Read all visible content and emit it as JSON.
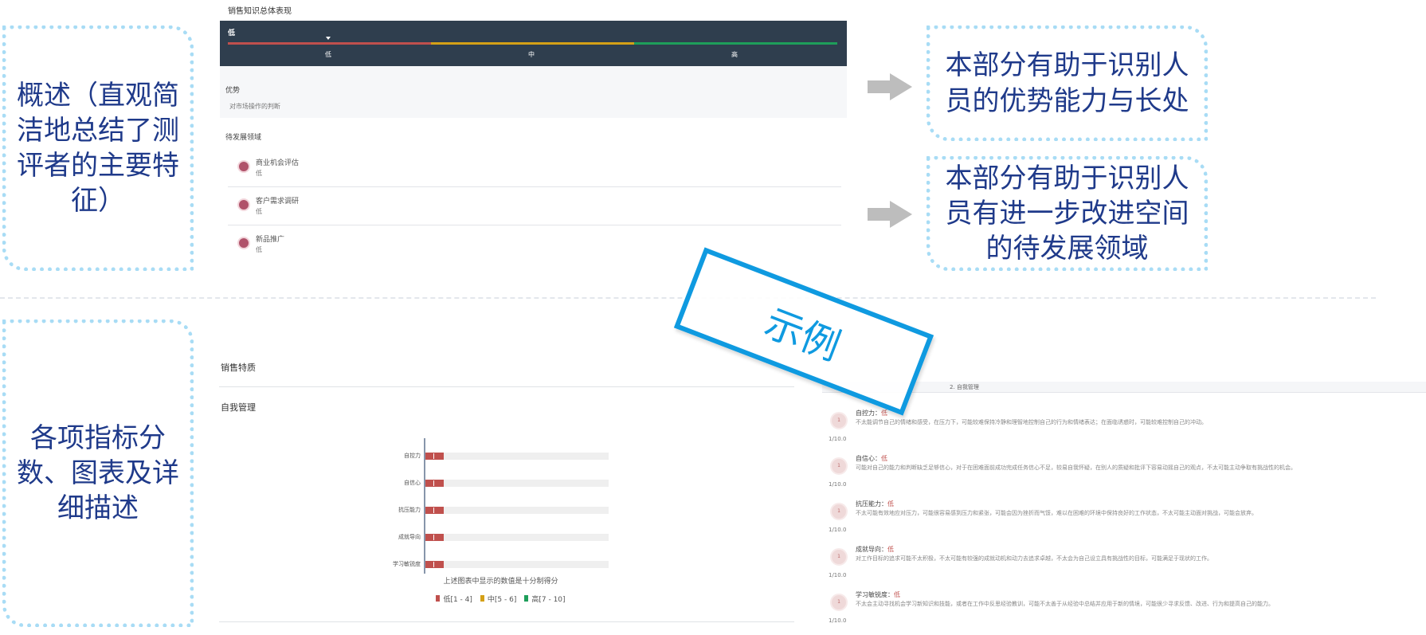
{
  "callouts": {
    "overview": "概述（直观简洁地总结了测评者的主要特征）",
    "strength": "本部分有助于识别人员的优势能力与长处",
    "development": "本部分有助于识别人员有进一步改进空间的待发展领域",
    "details": "各项指标分数、图表及详细描述"
  },
  "stamp": "示例",
  "summary": {
    "title": "销售知识总体表现",
    "level": "低",
    "scale": [
      "低",
      "中",
      "高"
    ],
    "strength_heading": "优势",
    "strength_text": "对市场操作的判断",
    "development_heading": "待发展领域",
    "weaknesses": [
      {
        "name": "商业机会评估",
        "level": "低"
      },
      {
        "name": "客户需求调研",
        "level": "低"
      },
      {
        "name": "新品推广",
        "level": "低"
      }
    ]
  },
  "traits": {
    "section_title": "销售特质",
    "group_title": "自我管理",
    "note": "上述图表中显示的数值是十分制得分",
    "legend": [
      "低[1 - 4]",
      "中[5 - 6]",
      "高[7 - 10]"
    ],
    "colors": {
      "low": "#c0504d",
      "mid": "#d4a017",
      "high": "#1e9e5a"
    }
  },
  "chart_data": {
    "type": "bar",
    "categories": [
      "自控力",
      "自信心",
      "抗压能力",
      "成就导向",
      "学习敏锐度"
    ],
    "values": [
      1,
      1,
      1,
      1,
      1
    ],
    "xlim": [
      0,
      10
    ],
    "title": "自我管理",
    "xlabel": "",
    "ylabel": ""
  },
  "details": {
    "header": "2. 自我管理",
    "items": [
      {
        "name": "自控力：",
        "level": "低",
        "score": "1",
        "max": "1/10.0",
        "desc": "不太能调节自己的情绪和感受，在压力下，可能较难保持冷静和理智地控制自己的行为和情绪表达；在面临诱惑时，可能较难控制自己的冲动。"
      },
      {
        "name": "自信心：",
        "level": "低",
        "score": "1",
        "max": "1/10.0",
        "desc": "可能对自己的能力和判断缺乏足够信心，对于在困难面前成功完成任务信心不足，较易自我怀疑，在别人的质疑和批评下容易动摇自己的观点，不太可能主动争取有挑战性的机会。"
      },
      {
        "name": "抗压能力：",
        "level": "低",
        "score": "1",
        "max": "1/10.0",
        "desc": "不太可能有效地应对压力，可能很容易感到压力和紧张，可能会因为挫折而气馁，难以在困难的环境中保持良好的工作状态，不太可能主动面对挑战，可能会放弃。"
      },
      {
        "name": "成就导向：",
        "level": "低",
        "score": "1",
        "max": "1/10.0",
        "desc": "对工作目标的追求可能不太积极，不太可能有较强的成就动机和动力去追求卓越，不太会为自己设立具有挑战性的目标，可能满足于现状的工作。"
      },
      {
        "name": "学习敏锐度：",
        "level": "低",
        "score": "1",
        "max": "1/10.0",
        "desc": "不太会主动寻找机会学习新知识和技能，或者在工作中反思经验教训，可能不太善于从经验中总结并应用于新的情境，可能很少寻求反馈、改进、行为和提高自己的能力。"
      }
    ]
  }
}
